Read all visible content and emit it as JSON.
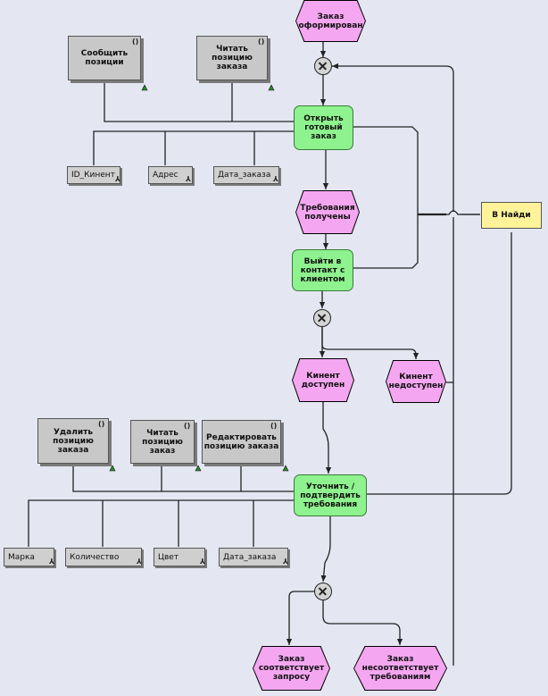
{
  "events": {
    "zakaz_oformlen": "Заказ оформирован",
    "trebovaniya_polucheny": "Требования получены",
    "kient_dostupen": "Кинент доступен",
    "kient_nedostupen": "Кинент недоступен",
    "zakaz_sootvetstvuet": "Заказ соответствует запросу",
    "zakaz_nesootvetstvuet": "Заказ несоответствует требованиям"
  },
  "functions": {
    "otkryt_zakaz": "Открыть готовый заказ",
    "vyiti_v_kontakt": "Выйти в контакт с клиентом",
    "utochnit": "Уточнить / подтвердить требования"
  },
  "documents": {
    "soobshit_pozicii": "Сообщить позиции",
    "chitat_pozicii_zakaza": "Читать позицию заказа",
    "udalit_poziciyu": "Удалить позицию заказа",
    "chitat_poziciyu": "Читать позицию заказ",
    "redaktirovat": "Редактировать позицию заказа"
  },
  "attributes": {
    "id_kient": "ID_Кинент",
    "adres": "Адрес",
    "data_zakaza_1": "Дата_заказа",
    "marka": "Марка",
    "kolichestvo": "Количество",
    "cvet": "Цвет",
    "data_zakaza_2": "Дата_заказа"
  },
  "org_unit": "В Найди",
  "gate_symbol": "xor-gate",
  "colors": {
    "event": "#f4a6f0",
    "function": "#8ef28e",
    "doc": "#c8c8c8",
    "org": "#fff39a",
    "bg": "#e4e7f2"
  }
}
